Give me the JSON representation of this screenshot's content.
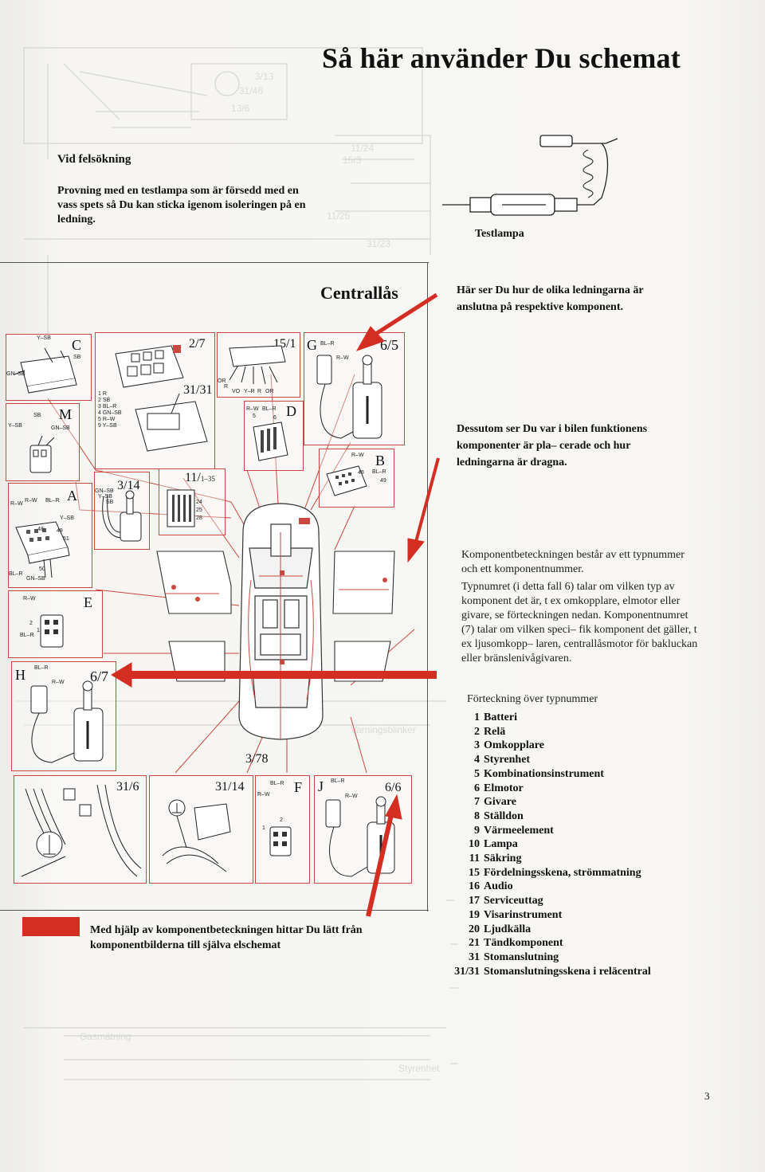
{
  "header": {
    "title": "Så här använder Du schemat"
  },
  "intro": {
    "heading": "Vid felsökning",
    "body": "Provning med en testlampa som är försedd med en vass spets så Du kan sticka igenom isoleringen på en ledning.",
    "testlamp_label": "Testlampa"
  },
  "diagram": {
    "title": "Centrallås",
    "boxes": {
      "c": "C",
      "m": "M",
      "a": "A",
      "e": "E",
      "h": "H",
      "g": "G",
      "b": "B",
      "d": "D",
      "f": "F",
      "j": "J",
      "b_27": "2/7",
      "b_3131": "31/31",
      "b_151": "15/1",
      "b_65": "6/5",
      "b_314": "3/14",
      "b_11": "11/",
      "b_11sub": "1–35",
      "b_67": "6/7",
      "b_378": "3/78",
      "b_316": "31/6",
      "b_3114": "31/14",
      "b_66": "6/6"
    },
    "wires": {
      "c_ysb": "Y–SB",
      "c_sb": "SB",
      "c_gnsb": "GN–SB",
      "m_sb": "SB",
      "m_ysb": "Y–SB",
      "m_gnsb": "GN–SB",
      "a_rw1": "R–W",
      "a_rw2": "R–W",
      "a_blr1": "BL–R",
      "a_ysb": "Y–SB",
      "a_48": "48",
      "a_49": "49",
      "a_51": "51",
      "a_50": "50",
      "a_blr2": "BL–R",
      "a_gnsb": "GN–SB",
      "e_rw": "R–W",
      "e_blr": "BL–R",
      "e_2": "2",
      "e_1": "1",
      "h_blr": "BL–R",
      "h_rw": "R–W",
      "g_blr": "BL–R",
      "g_rw": "R–W",
      "legend_list": [
        "1 R",
        "2 SB",
        "3 BL–R",
        "4 GN–SB",
        "5 R–W",
        "9 Y–SB"
      ],
      "d_rw": "R–W",
      "d_blr": "BL–R",
      "d_5": "5",
      "d_6": "6",
      "b_rw": "R–W",
      "b_blr": "BL–R",
      "b_48": "48",
      "b_49": "49",
      "r_or": "OR",
      "r_r": "R",
      "r_vo": "VO",
      "r_yr": "Y–R",
      "r_r2": "R",
      "r_or2": "OR",
      "b314_gnsb": "GN–SB",
      "b314_ysb": "Y–SB",
      "b314_sb": "SB",
      "b11_24": "24",
      "b11_25": "25",
      "b11_28": "28",
      "f_blr": "BL–R",
      "f_rw": "R–W",
      "f_1": "1",
      "f_2": "2",
      "j_blr": "BL–R",
      "j_rw": "R–W"
    }
  },
  "notes": {
    "n1": "Här ser Du hur de olika ledningarna är anslutna på respektive komponent.",
    "n2": "Dessutom ser Du var i bilen funktionens komponenter är pla– cerade och hur ledningarna är dragna."
  },
  "description": {
    "p1": "Komponentbeteckningen består av ett typnummer och ett komponentnummer.",
    "p2": "Typnumret (i detta fall 6) talar om vilken typ av komponent det är, t ex omkopplare, elmotor eller givare, se förteckningen nedan. Komponentnumret (7) talar om vilken speci– fik komponent det gäller, t ex ljusomkopp– laren, centrallåsmotor för bakluckan eller bränslenivågivaren."
  },
  "type_list": {
    "title": "Förteckning över typnummer",
    "items": [
      {
        "num": "1",
        "label": "Batteri"
      },
      {
        "num": "2",
        "label": "Relä"
      },
      {
        "num": "3",
        "label": "Omkopplare"
      },
      {
        "num": "4",
        "label": "Styrenhet"
      },
      {
        "num": "5",
        "label": "Kombinationsinstrument"
      },
      {
        "num": "6",
        "label": "Elmotor"
      },
      {
        "num": "7",
        "label": "Givare"
      },
      {
        "num": "8",
        "label": "Ställdon"
      },
      {
        "num": "9",
        "label": "Värmeelement"
      },
      {
        "num": "10",
        "label": "Lampa"
      },
      {
        "num": "11",
        "label": "Säkring"
      },
      {
        "num": "15",
        "label": "Fördelningsskena, strömmatning"
      },
      {
        "num": "16",
        "label": "Audio"
      },
      {
        "num": "17",
        "label": "Serviceuttag"
      },
      {
        "num": "19",
        "label": "Visarinstrument"
      },
      {
        "num": "20",
        "label": "Ljudkälla"
      },
      {
        "num": "21",
        "label": "Tändkomponent"
      },
      {
        "num": "31",
        "label": "Stomanslutning"
      },
      {
        "num": "31/31",
        "label": "Stomanslutningsskena i reläcentral"
      }
    ]
  },
  "legend": {
    "text": "Med hjälp av komponentbeteckningen hittar Du lätt från komponentbilderna till själva elschemat"
  },
  "footer": {
    "page_number": "3"
  },
  "colors": {
    "accent_red": "#d42d22",
    "frame_red": "#c9473e"
  }
}
